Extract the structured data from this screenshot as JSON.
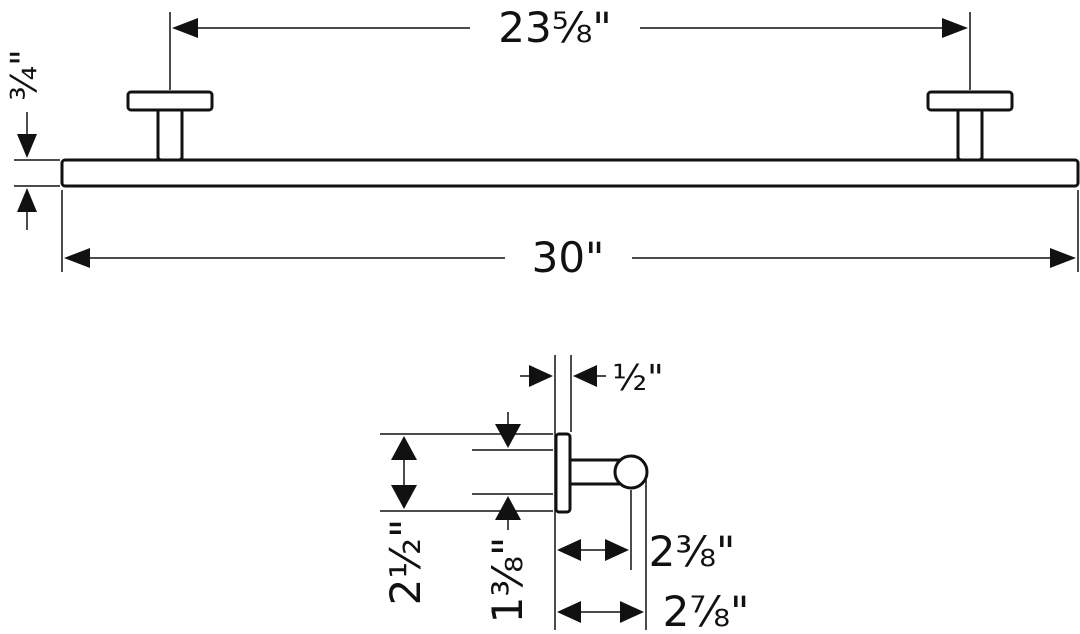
{
  "dimensions": {
    "mount_spacing": "23⅝\"",
    "overall_length": "30\"",
    "bar_thickness": "¾\"",
    "plate_thickness": "½\"",
    "plate_height": "2½\"",
    "post_height": "1⅜\"",
    "post_depth": "2⅜\"",
    "overall_depth": "2⅞\""
  }
}
